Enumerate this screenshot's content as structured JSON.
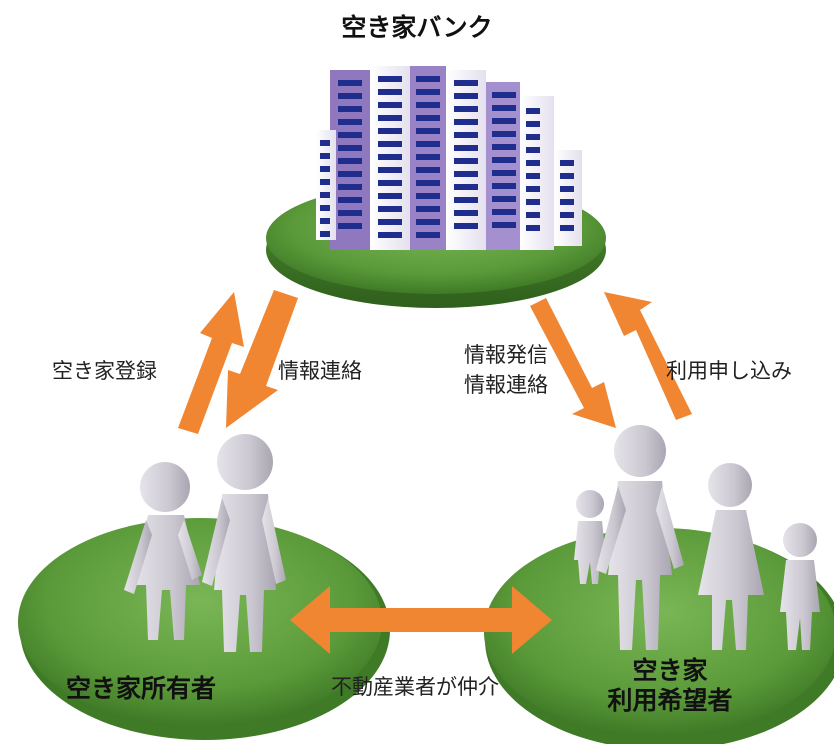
{
  "title": "空き家バンク",
  "nodes": {
    "bank": {
      "icon": "apartment-building-icon"
    },
    "owner": {
      "label": "空き家所有者",
      "icon": "couple-people-icon"
    },
    "user": {
      "label_line1": "空き家",
      "label_line2": "利用希望者",
      "icon": "family-people-icon"
    }
  },
  "flows": {
    "owner_to_bank": "空き家登録",
    "bank_to_owner": "情報連絡",
    "bank_to_user_line1": "情報発信",
    "bank_to_user_line2": "情報連絡",
    "user_to_bank": "利用申し込み",
    "owner_user": "不動産業者が仲介"
  },
  "colors": {
    "arrow": "#f08532",
    "disc": "#5f9e3d",
    "building": "#9a82c7",
    "window": "#1f2e8c",
    "person": "#cfcdd3"
  }
}
